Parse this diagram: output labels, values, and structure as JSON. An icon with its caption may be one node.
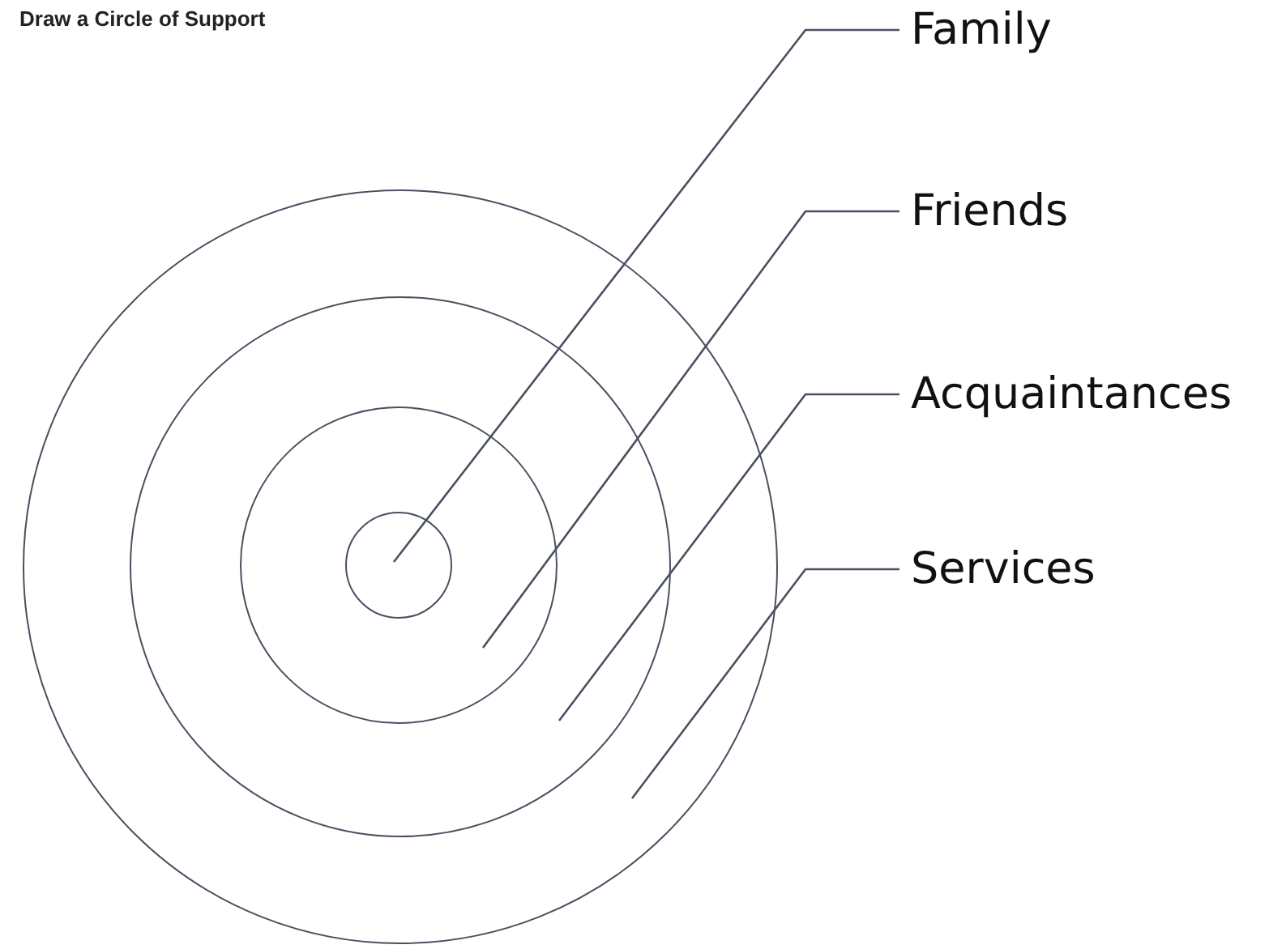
{
  "diagram": {
    "title": "Draw a Circle of Support",
    "nodes": [
      {
        "text": [],
        "shape": "circle"
      },
      {
        "text": [],
        "shape": "circle",
        "in": 0
      },
      {
        "text": [],
        "shape": "circle",
        "in": 1
      },
      {
        "text": [],
        "shape": "circle",
        "in": 2
      },
      {
        "text": [
          "Family"
        ]
      },
      {
        "text": [
          "Friends"
        ]
      },
      {
        "text": [
          "Acquaintances"
        ]
      },
      {
        "text": [
          "Services"
        ]
      }
    ],
    "edges": [
      {
        "from": 4,
        "to": 3,
        "arrow": "none"
      },
      {
        "from": 5,
        "to": 2,
        "arrow": "none"
      },
      {
        "from": 6,
        "to": 1,
        "arrow": "none"
      },
      {
        "from": 7,
        "to": 0,
        "arrow": "none"
      }
    ]
  }
}
